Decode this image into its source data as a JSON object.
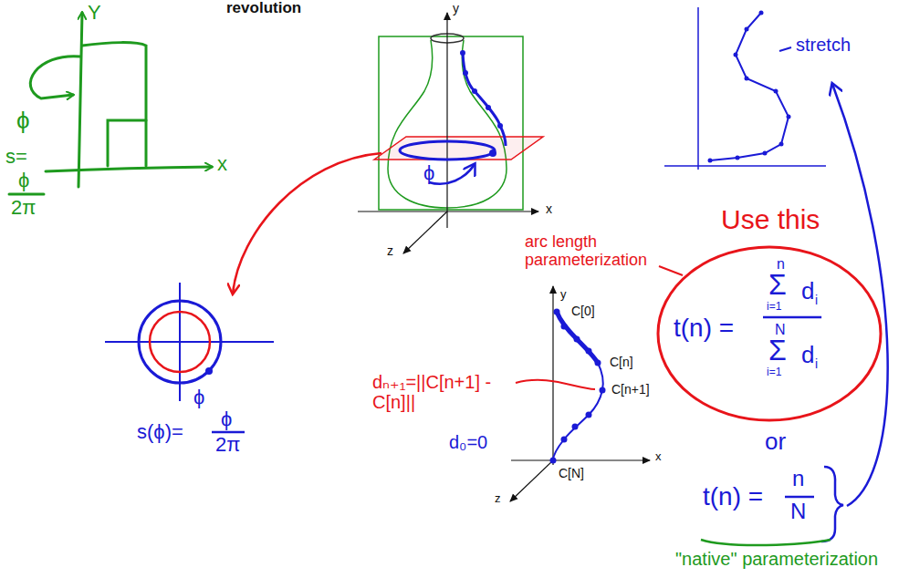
{
  "diagram": {
    "title": "revolution",
    "nodes": [
      {
        "text": [
          "Use this",
          "t(n) =",
          "n",
          "Σ",
          "i=1",
          "d",
          "i",
          "N",
          "Σ",
          "i=1",
          "d",
          "i"
        ]
      }
    ],
    "labels": [
      "Y",
      "x",
      "ϕ",
      "s=",
      "ϕ",
      "2π",
      "y",
      "x",
      "z",
      "ϕ",
      "ϕ",
      "s(ϕ)=",
      "ϕ",
      "2π",
      "arc length parameterization",
      "dₙ₊₁=||C[n+1] -C[n]||",
      "d₀=0",
      "y",
      "x",
      "z",
      "C[0]",
      "C[n]",
      "C[n+1]",
      "C[N]",
      "stretch",
      "or",
      "t(n) =",
      "n",
      "N",
      "\"native\" parameterization"
    ]
  }
}
